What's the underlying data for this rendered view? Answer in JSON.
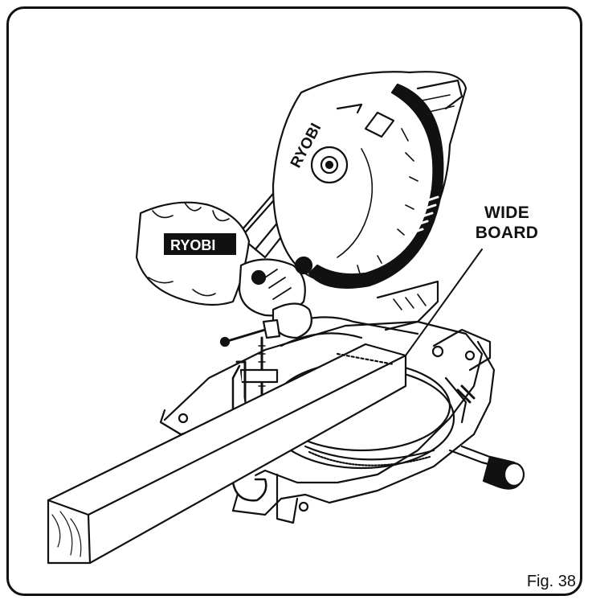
{
  "callout": {
    "line1": "WIDE",
    "line2": "BOARD"
  },
  "brand": {
    "blade_guard_logo": "RYOBI",
    "dust_bag_logo": "RYOBI"
  },
  "figure": {
    "label": "Fig. 38"
  }
}
